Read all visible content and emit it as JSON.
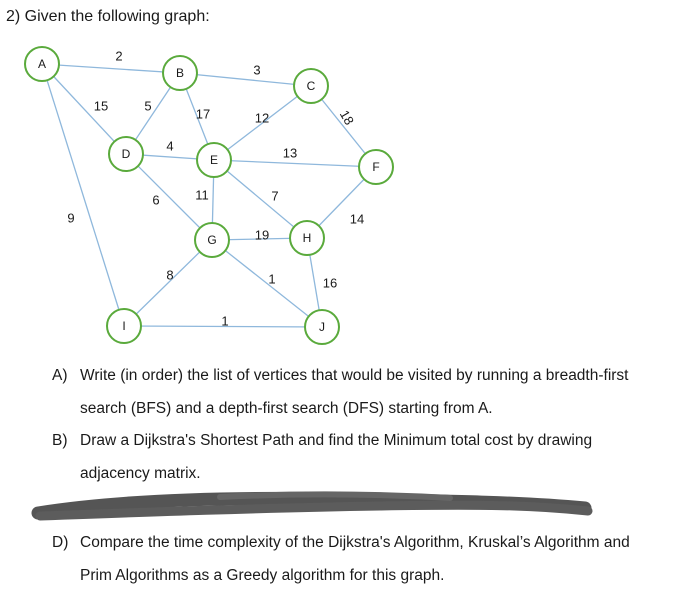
{
  "question_title": "2)  Given the following graph:",
  "graph": {
    "nodes": [
      {
        "id": "A",
        "label": "A"
      },
      {
        "id": "B",
        "label": "B"
      },
      {
        "id": "C",
        "label": "C"
      },
      {
        "id": "D",
        "label": "D"
      },
      {
        "id": "E",
        "label": "E"
      },
      {
        "id": "F",
        "label": "F"
      },
      {
        "id": "G",
        "label": "G"
      },
      {
        "id": "H",
        "label": "H"
      },
      {
        "id": "I",
        "label": "I"
      },
      {
        "id": "J",
        "label": "J"
      }
    ],
    "edges": [
      {
        "from": "A",
        "to": "B",
        "weight": "2"
      },
      {
        "from": "A",
        "to": "D",
        "weight": "15"
      },
      {
        "from": "A",
        "to": "I",
        "weight": "9"
      },
      {
        "from": "B",
        "to": "D",
        "weight": "5"
      },
      {
        "from": "B",
        "to": "C",
        "weight": "3"
      },
      {
        "from": "B",
        "to": "E",
        "weight": "17"
      },
      {
        "from": "C",
        "to": "E",
        "weight": "12"
      },
      {
        "from": "C",
        "to": "F",
        "weight": "18"
      },
      {
        "from": "D",
        "to": "E",
        "weight": "4"
      },
      {
        "from": "D",
        "to": "G",
        "weight": "6"
      },
      {
        "from": "E",
        "to": "F",
        "weight": "13"
      },
      {
        "from": "E",
        "to": "G",
        "weight": "11"
      },
      {
        "from": "E",
        "to": "H",
        "weight": "7"
      },
      {
        "from": "F",
        "to": "H",
        "weight": "14"
      },
      {
        "from": "G",
        "to": "H",
        "weight": "19"
      },
      {
        "from": "G",
        "to": "I",
        "weight": "8"
      },
      {
        "from": "G",
        "to": "J",
        "weight": "1"
      },
      {
        "from": "H",
        "to": "J",
        "weight": "16"
      },
      {
        "from": "I",
        "to": "J",
        "weight": "1"
      }
    ]
  },
  "questions": [
    {
      "label": "A)",
      "lines": [
        "Write (in order) the list of vertices that would be visited by running a breadth-first",
        "search (BFS) and a depth-first search (DFS) starting from A."
      ]
    },
    {
      "label": "B)",
      "lines": [
        "Draw a Dijkstra's Shortest Path and find the Minimum total cost by drawing",
        "adjacency matrix."
      ]
    },
    {
      "label": "D)",
      "lines": [
        "Compare the time complexity of the Dijkstra's Algorithm, Kruskal’s Algorithm and",
        "Prim Algorithms as a Greedy algorithm for this graph."
      ]
    }
  ],
  "colors": {
    "edge": "#8fb8dc",
    "node_stroke": "#5aaa3c",
    "node_fill": "#ffffff",
    "text": "#1a1a1a",
    "redaction": "#555555"
  }
}
